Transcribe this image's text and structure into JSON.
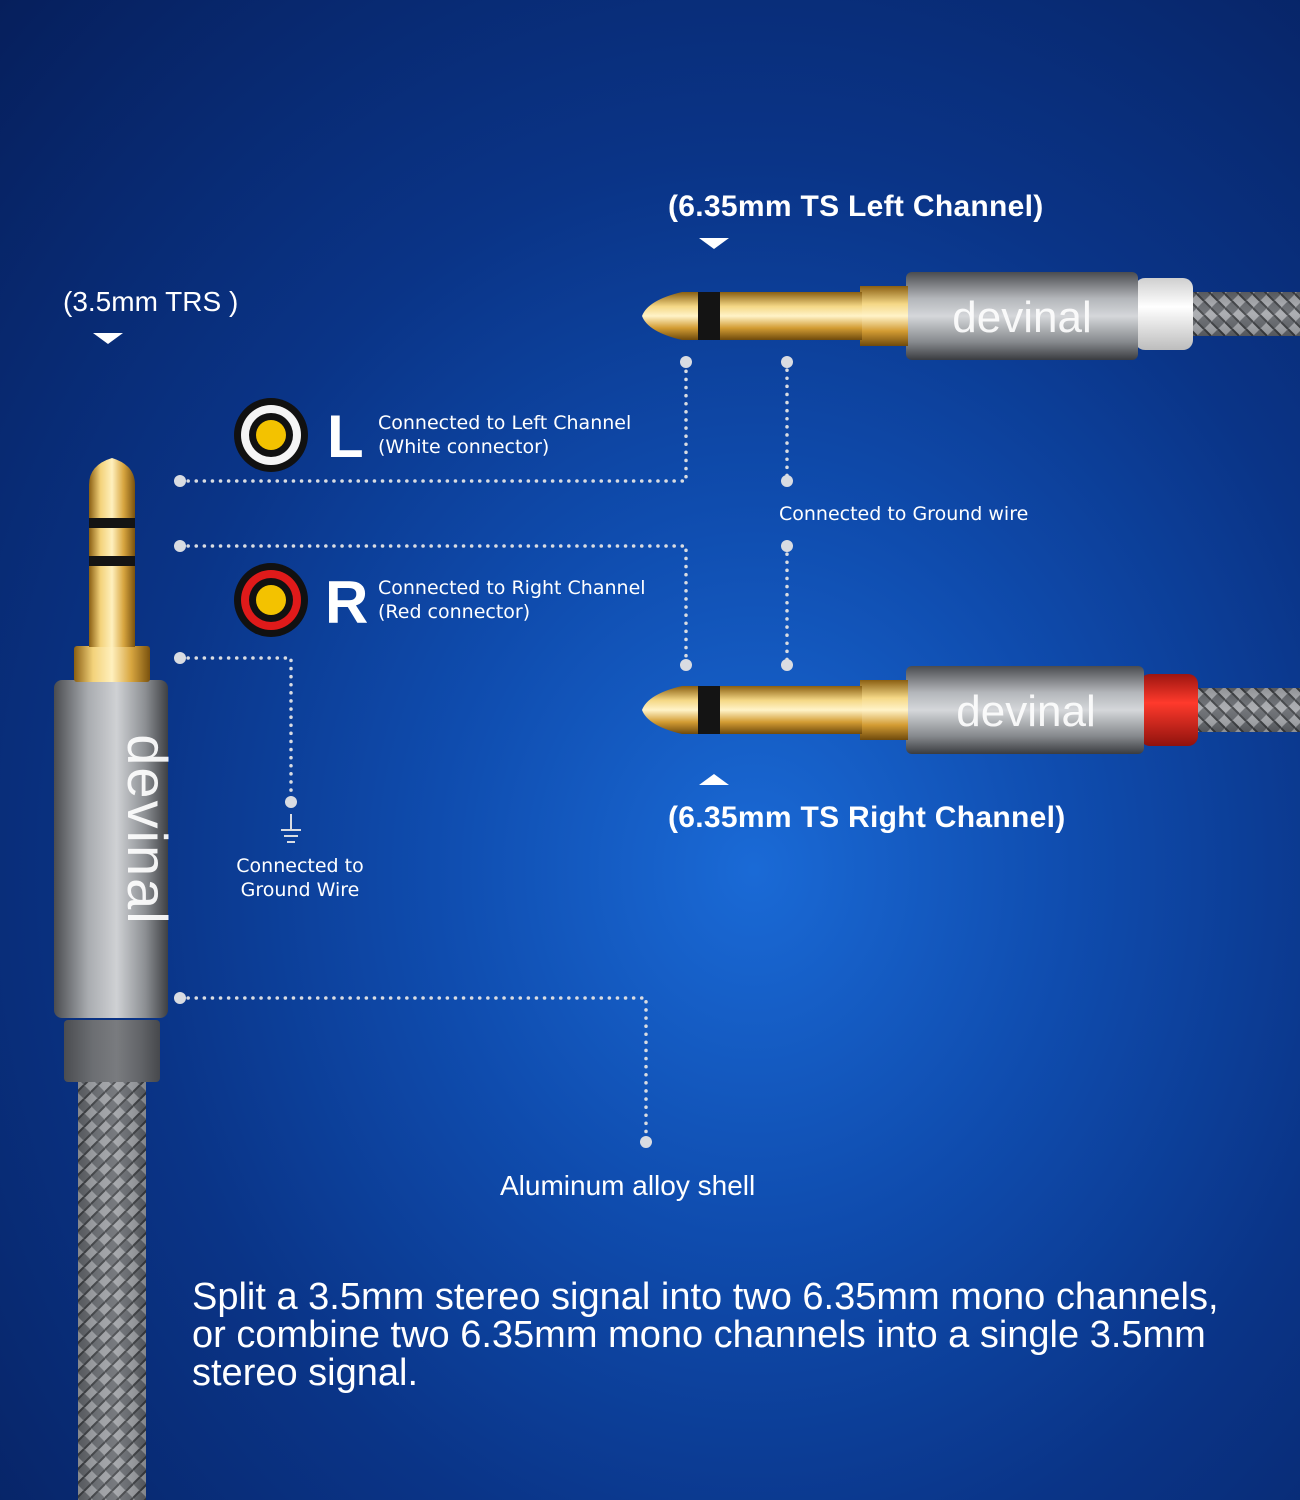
{
  "brand": "devinal",
  "labels": {
    "left_plug_title": "(6.35mm TS Left Channel)",
    "right_plug_title": "(6.35mm TS Right Channel)",
    "trs_title": "(3.5mm TRS )",
    "left_letter": "L",
    "left_line1": "Connected to Left Channel",
    "left_line2": "(White connector)",
    "right_letter": "R",
    "right_line1": "Connected to Right Channel",
    "right_line2": "(Red connector)",
    "ground_wire_right": "Connected to Ground wire",
    "ground_wire_left_1": "Connected to",
    "ground_wire_left_2": "Ground Wire",
    "shell": "Aluminum alloy shell"
  },
  "description_lines": [
    "Split a 3.5mm stereo signal into two 6.35mm mono channels,",
    "or combine two 6.35mm mono channels into a single 3.5mm",
    "stereo signal."
  ],
  "colors": {
    "left_connector_ring": "#f3c200",
    "right_connector_ring": "#e01a1a",
    "gold": "#d7a83a",
    "aluminum": "#8f9296",
    "white_collar": "#f4f4f4",
    "red_collar": "#e3261c"
  }
}
